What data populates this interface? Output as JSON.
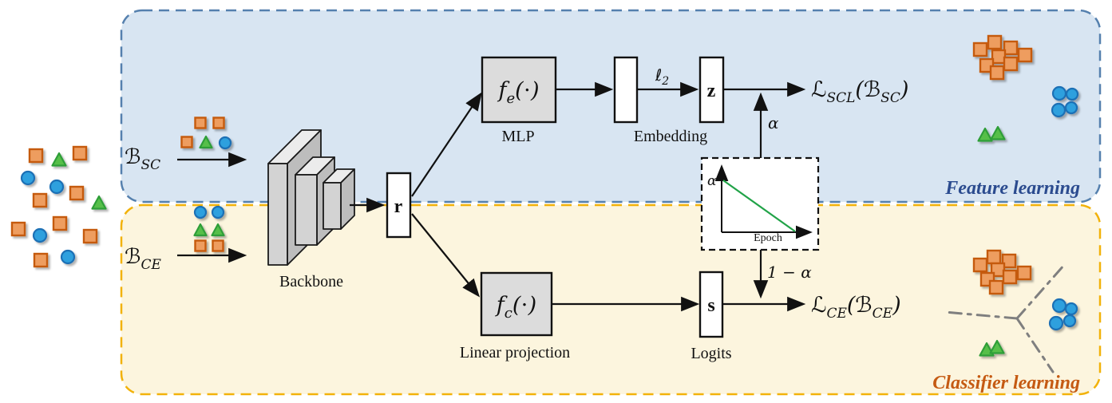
{
  "figure": {
    "type": "training-framework-diagram",
    "feature_region_label": "Feature learning",
    "classifier_region_label": "Classifier learning"
  },
  "labels": {
    "b_sc": {
      "main": "ℬ",
      "sub": "SC"
    },
    "b_ce": {
      "main": "ℬ",
      "sub": "CE"
    },
    "backbone": "Backbone",
    "r": "r",
    "f_e": {
      "main": "f",
      "sub": "e",
      "args": "(⋅)"
    },
    "mlp": "MLP",
    "l2": {
      "main": "ℓ",
      "sub": "2"
    },
    "z": "z",
    "embedding": "Embedding",
    "l_scl": {
      "main": "ℒ",
      "sub": "SCL",
      "open": "(ℬ",
      "opensub": "SC",
      "close": ")"
    },
    "alpha": "α",
    "one_minus_alpha": "1 − α",
    "inset": {
      "ylabel": "α",
      "xlabel": "Epoch"
    },
    "f_c": {
      "main": "f",
      "sub": "c",
      "args": "(⋅)"
    },
    "linear_projection": "Linear projection",
    "s": "s",
    "logits": "Logits",
    "l_ce": {
      "main": "ℒ",
      "sub": "CE",
      "open": "(ℬ",
      "opensub": "CE",
      "close": ")"
    }
  },
  "colors": {
    "region_feature_fill": "#D8E5F2",
    "region_feature_border": "#5580AE",
    "region_classifier_fill": "#FCF5DE",
    "region_classifier_border": "#F2B20A",
    "square_fill": "#EE9D5F",
    "square_border": "#C55A11",
    "circle_fill": "#2EA0DE",
    "circle_border": "#1B6FB5",
    "triangle_fill": "#57BF4A",
    "triangle_border": "#2E9E38",
    "box_gray": "#DCDCDC",
    "inset_line": "#21A348",
    "feature_label_color": "#2B4B8F",
    "classifier_label_color": "#C55A12"
  }
}
